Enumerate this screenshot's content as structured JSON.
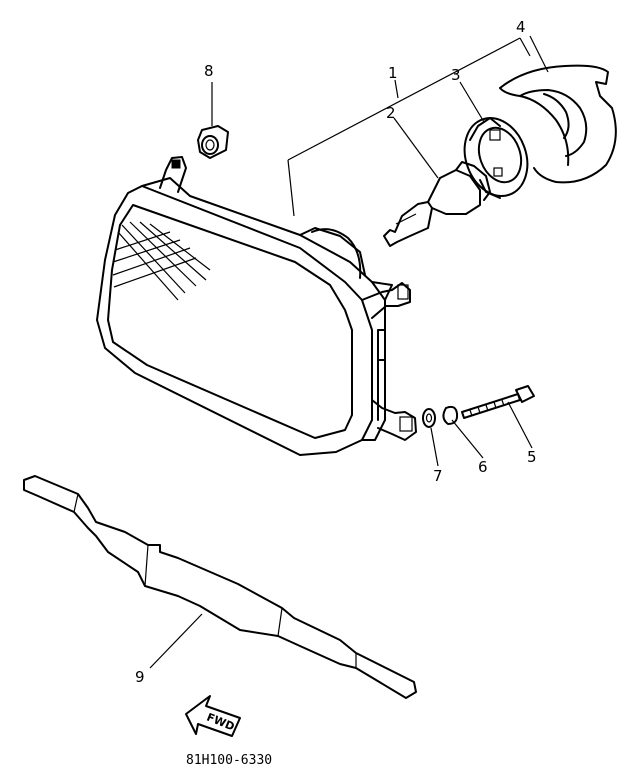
{
  "callouts": {
    "c1": "1",
    "c2": "2",
    "c3": "3",
    "c4": "4",
    "c5": "5",
    "c6": "6",
    "c7": "7",
    "c8": "8",
    "c9": "9"
  },
  "direction_label": "FWD",
  "diagram_code": "81H100-6330"
}
